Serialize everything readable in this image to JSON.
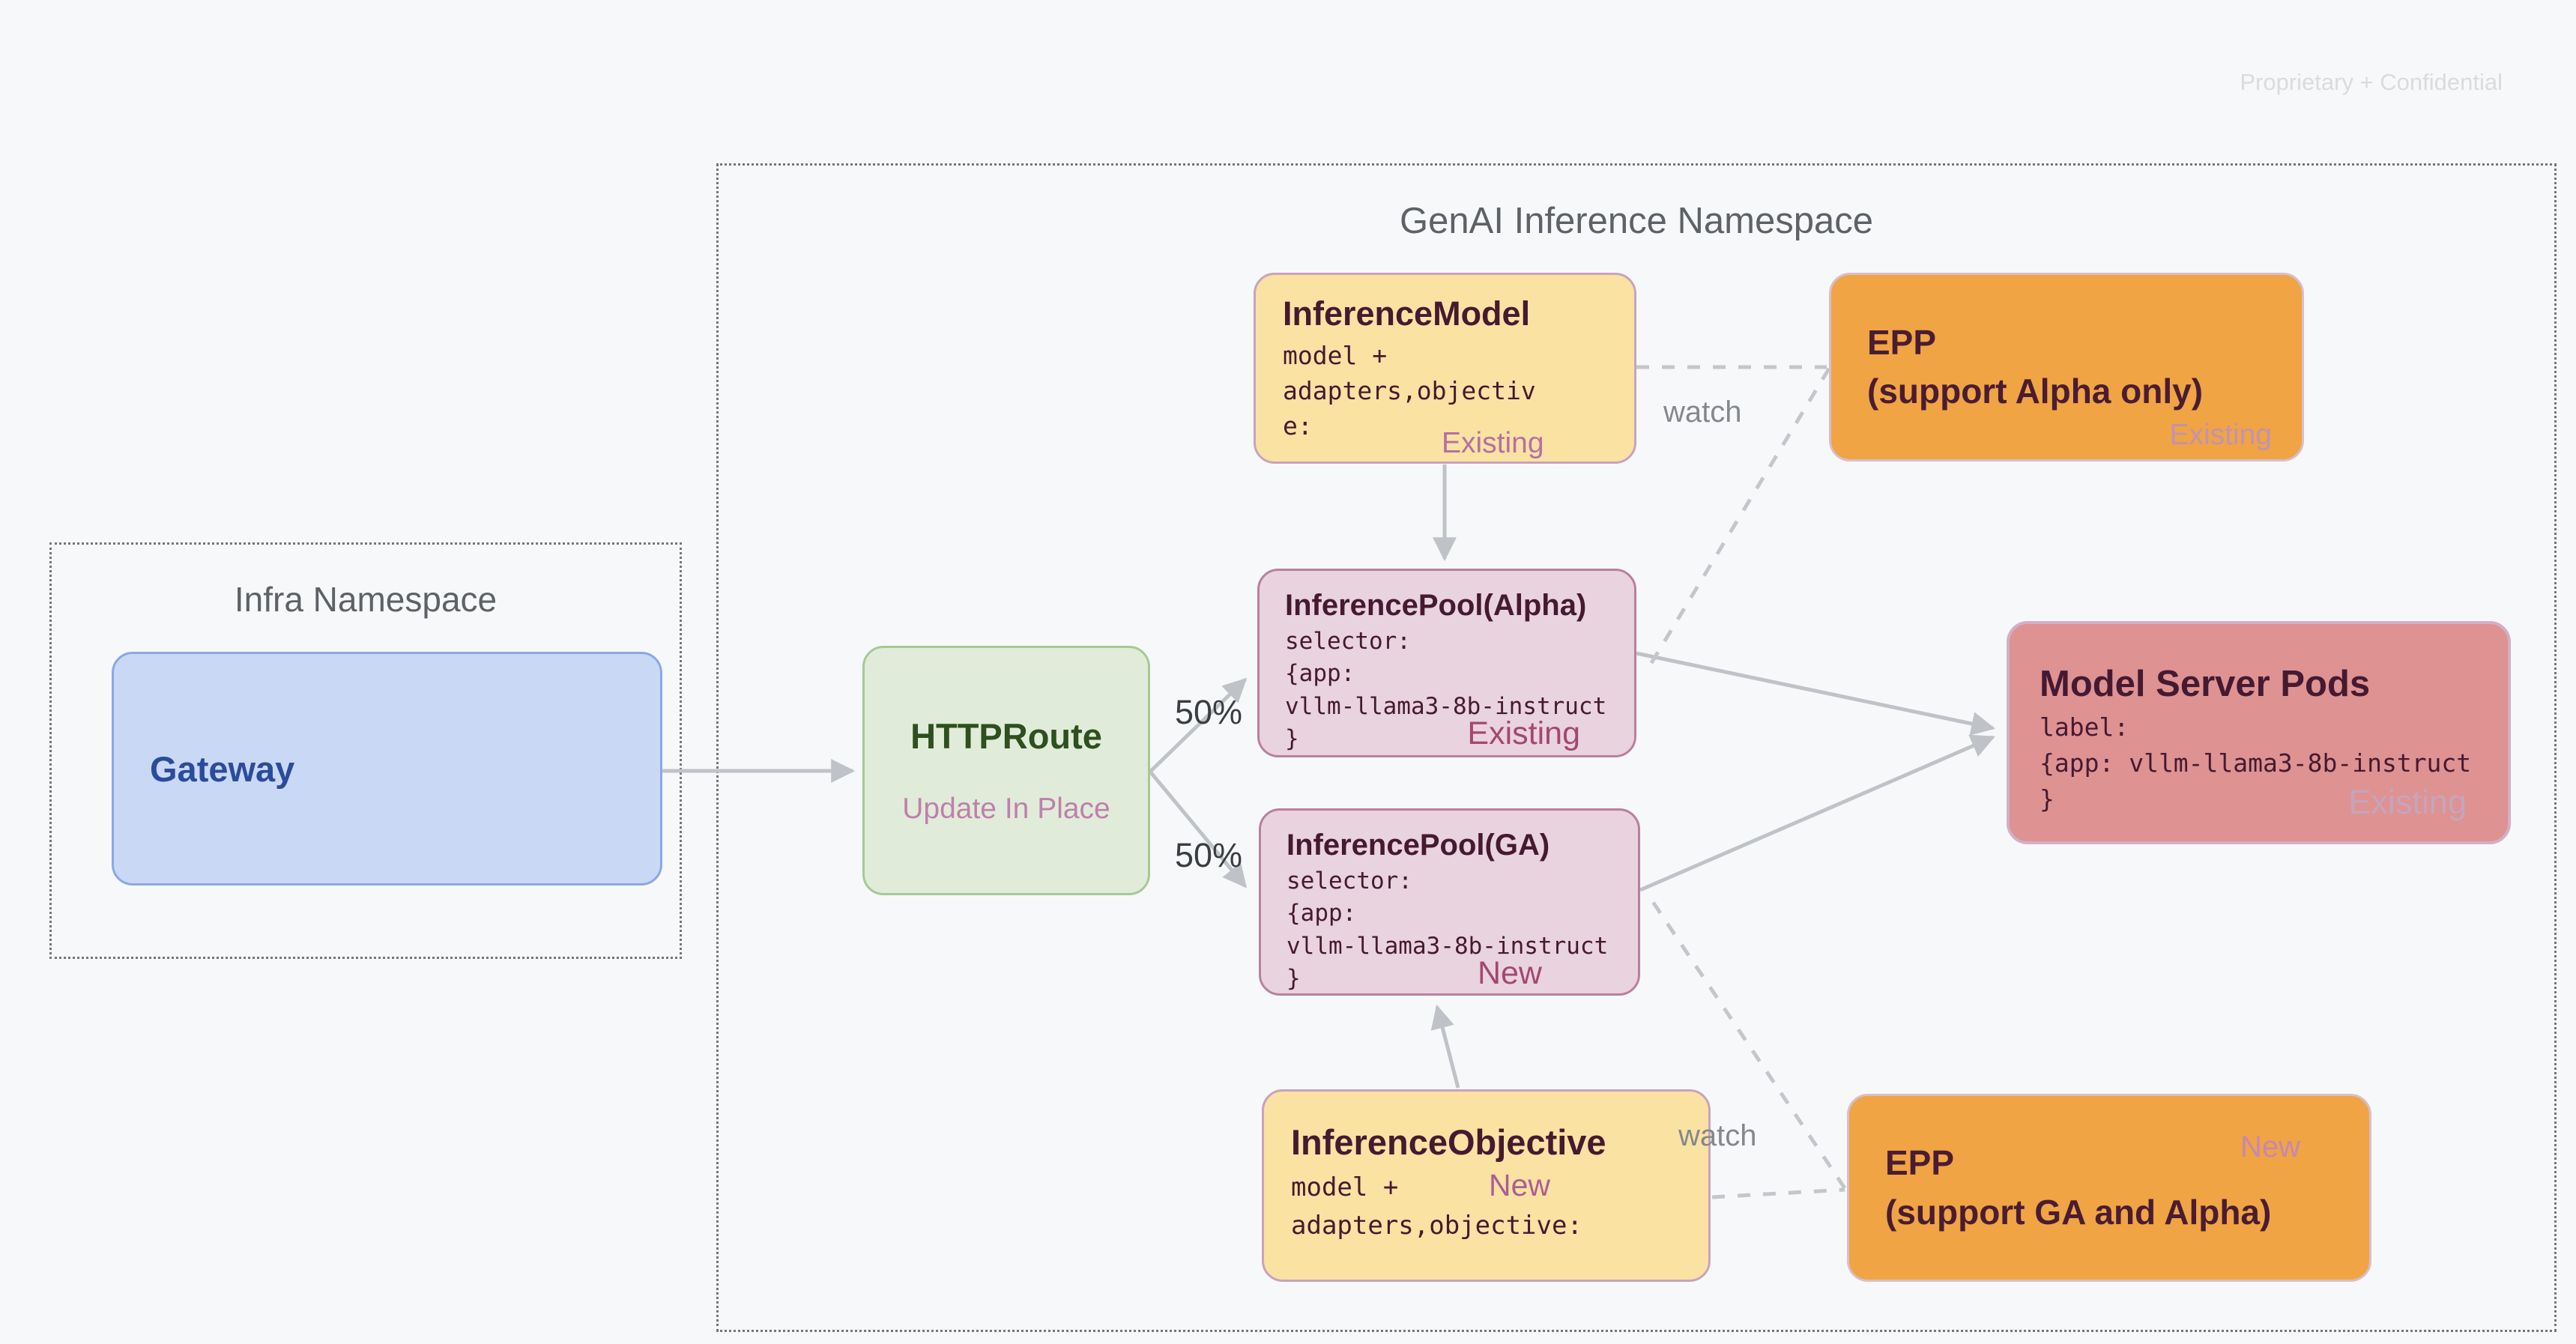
{
  "page": {
    "watermark": "Proprietary + Confidential"
  },
  "namespaces": {
    "infra": {
      "title": "Infra Namespace"
    },
    "genai": {
      "title": "GenAI Inference Namespace"
    }
  },
  "nodes": {
    "gateway": {
      "title": "Gateway"
    },
    "httproute": {
      "title": "HTTPRoute",
      "subtitle": "Update In Place"
    },
    "inference_model": {
      "title": "InferenceModel",
      "code_lines": [
        "model +",
        "adapters,objectiv",
        "e:"
      ],
      "status": "Existing"
    },
    "epp_alpha": {
      "title_lines": [
        "EPP",
        "(support Alpha only)"
      ],
      "status": "Existing"
    },
    "pool_alpha": {
      "title": "InferencePool(Alpha)",
      "code_lines": [
        "selector:",
        "{app:",
        "vllm-llama3-8b-instruct",
        "}"
      ],
      "status": "Existing"
    },
    "pool_ga": {
      "title": "InferencePool(GA)",
      "code_lines": [
        "selector:",
        "{app:",
        "vllm-llama3-8b-instruct",
        "}"
      ],
      "status": "New"
    },
    "model_server_pods": {
      "title": "Model Server Pods",
      "code_lines": [
        "label:",
        "{app: vllm-llama3-8b-instruct",
        "}"
      ],
      "status": "Existing"
    },
    "inference_objective": {
      "title": "InferenceObjective",
      "code_lines": [
        "model +",
        "adapters,objective:"
      ],
      "status": "New"
    },
    "epp_ga": {
      "title_lines": [
        "EPP",
        "(support GA and Alpha)"
      ],
      "status": "New"
    }
  },
  "edges": {
    "split_top_label": "50%",
    "split_bottom_label": "50%",
    "watch_top_label": "watch",
    "watch_bottom_label": "watch"
  },
  "colors": {
    "background": "#f7f8fa",
    "yellow_fill": "#fae2a2",
    "orange_fill": "#f0a443",
    "pool_fill": "#e9d3de",
    "pods_fill": "#de9292",
    "green_fill": "#e0ecd9",
    "blue_fill": "#c9d8f4",
    "title_maroon": "#451a31",
    "arrow_gray": "#bfc3c7",
    "status_new_dark": "#a34870",
    "status_mauve": "#b470a2"
  }
}
